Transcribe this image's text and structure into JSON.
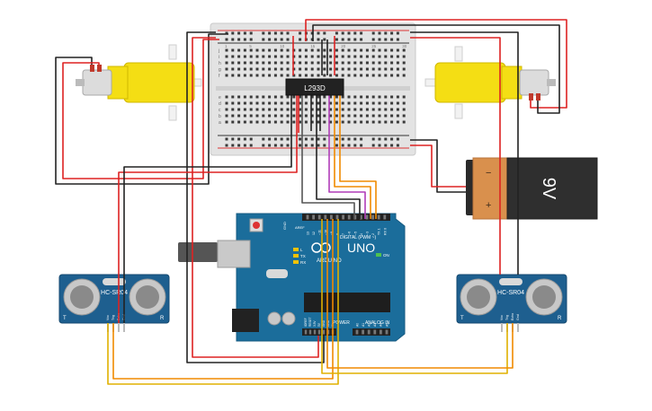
{
  "breadboard": {
    "row_letters_top": [
      "j",
      "i",
      "h",
      "g",
      "f"
    ],
    "row_letters_bottom": [
      "e",
      "d",
      "c",
      "b",
      "a"
    ],
    "column_numbers": [
      "1",
      "5",
      "10",
      "15",
      "20",
      "25",
      "30"
    ]
  },
  "driver_ic": {
    "label": "L293D"
  },
  "battery": {
    "label": "9V",
    "plus": "+",
    "minus": "−"
  },
  "arduino": {
    "brand": "ARDUINO",
    "model": "UNO",
    "digital_label": "DIGITAL (PWM ~)",
    "power_label": "POWER",
    "analog_label": "ANALOG IN",
    "tx_label": "TX",
    "rx_label": "RX",
    "l_label": "L",
    "on_label": "ON",
    "aref_label": "AREF",
    "gnd_label": "GND",
    "digital_pins": [
      "13",
      "12",
      "~11",
      "~10",
      "~9",
      "8",
      "7",
      "~6",
      "~5",
      "4",
      "~3",
      "2",
      "TX 1",
      "RX 0"
    ],
    "power_pins": [
      "IOREF",
      "RESET",
      "3.3V",
      "5V",
      "GND",
      "GND",
      "Vin"
    ],
    "analog_pins": [
      "A0",
      "A1",
      "A2",
      "A3",
      "A4",
      "A5"
    ]
  },
  "sensor_left": {
    "label": "HC-SR04",
    "corner_left": "T",
    "corner_right": "R",
    "pins": [
      "Vcc",
      "Trig",
      "Echo",
      "Gnd"
    ]
  },
  "sensor_right": {
    "label": "HC-SR04",
    "corner_left": "T",
    "corner_right": "R",
    "pins": [
      "Vcc",
      "Trig",
      "Echo",
      "Gnd"
    ]
  }
}
